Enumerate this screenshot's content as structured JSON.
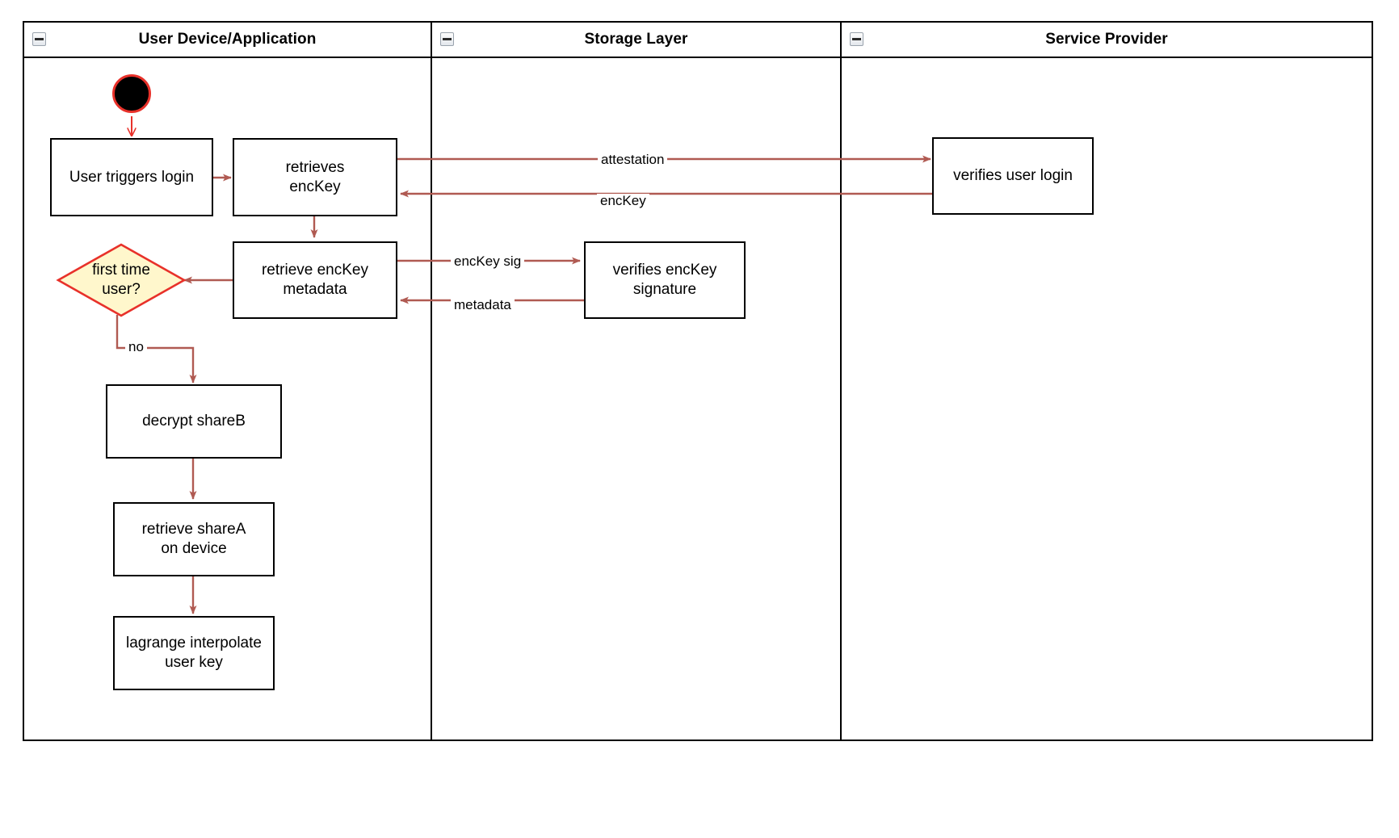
{
  "diagram": {
    "title": "User login key-recovery swimlane activity diagram",
    "colors": {
      "lane_border": "#000000",
      "node_border": "#000000",
      "edge": "#b05a52",
      "decision_fill": "#fff7cc",
      "decision_border": "#e8312a",
      "start_ring": "#e8312a",
      "start_fill": "#000000",
      "background": "#ffffff"
    },
    "lanes": [
      {
        "id": "user-device",
        "label": "User Device/Application",
        "collapse_icon": "collapse-minus-icon"
      },
      {
        "id": "storage-layer",
        "label": "Storage Layer",
        "collapse_icon": "collapse-minus-icon"
      },
      {
        "id": "service-provider",
        "label": "Service Provider",
        "collapse_icon": "collapse-minus-icon"
      }
    ],
    "nodes": [
      {
        "id": "start",
        "type": "start",
        "lane": "user-device",
        "label": ""
      },
      {
        "id": "user-triggers-login",
        "type": "activity",
        "lane": "user-device",
        "label": "User triggers login"
      },
      {
        "id": "retrieves-enckey",
        "type": "activity",
        "lane": "user-device",
        "line1": "retrieves",
        "line2": "encKey"
      },
      {
        "id": "retrieve-enckey-metadata",
        "type": "activity",
        "lane": "user-device",
        "line1": "retrieve encKey",
        "line2": "metadata"
      },
      {
        "id": "first-time-user",
        "type": "decision",
        "lane": "user-device",
        "line1": "first time",
        "line2": "user?"
      },
      {
        "id": "decrypt-shareb",
        "type": "activity",
        "lane": "user-device",
        "label": "decrypt shareB"
      },
      {
        "id": "retrieve-sharea-on-device",
        "type": "activity",
        "lane": "user-device",
        "line1": "retrieve shareA",
        "line2": "on device"
      },
      {
        "id": "lagrange-interpolate-user-key",
        "type": "activity",
        "lane": "user-device",
        "line1": "lagrange interpolate",
        "line2": "user key"
      },
      {
        "id": "verifies-enckey-signature",
        "type": "activity",
        "lane": "storage-layer",
        "line1": "verifies encKey",
        "line2": "signature"
      },
      {
        "id": "verifies-user-login",
        "type": "activity",
        "lane": "service-provider",
        "label": "verifies user login"
      }
    ],
    "edges": [
      {
        "id": "e-start-login",
        "from": "start",
        "to": "user-triggers-login",
        "label": ""
      },
      {
        "id": "e-login-retrieves",
        "from": "user-triggers-login",
        "to": "retrieves-enckey",
        "label": ""
      },
      {
        "id": "e-attestation",
        "from": "retrieves-enckey",
        "to": "verifies-user-login",
        "label": "attestation"
      },
      {
        "id": "e-enckey",
        "from": "verifies-user-login",
        "to": "retrieves-enckey",
        "label": "encKey"
      },
      {
        "id": "e-retrieves-metadata",
        "from": "retrieves-enckey",
        "to": "retrieve-enckey-metadata",
        "label": ""
      },
      {
        "id": "e-enckey-sig",
        "from": "retrieve-enckey-metadata",
        "to": "verifies-enckey-signature",
        "label": "encKey sig"
      },
      {
        "id": "e-metadata",
        "from": "verifies-enckey-signature",
        "to": "retrieve-enckey-metadata",
        "label": "metadata"
      },
      {
        "id": "e-metadata-decision",
        "from": "retrieve-enckey-metadata",
        "to": "first-time-user",
        "label": ""
      },
      {
        "id": "e-no",
        "from": "first-time-user",
        "to": "decrypt-shareb",
        "label": "no"
      },
      {
        "id": "e-decrypt-retrieve",
        "from": "decrypt-shareb",
        "to": "retrieve-sharea-on-device",
        "label": ""
      },
      {
        "id": "e-retrieve-lagrange",
        "from": "retrieve-sharea-on-device",
        "to": "lagrange-interpolate-user-key",
        "label": ""
      }
    ]
  }
}
